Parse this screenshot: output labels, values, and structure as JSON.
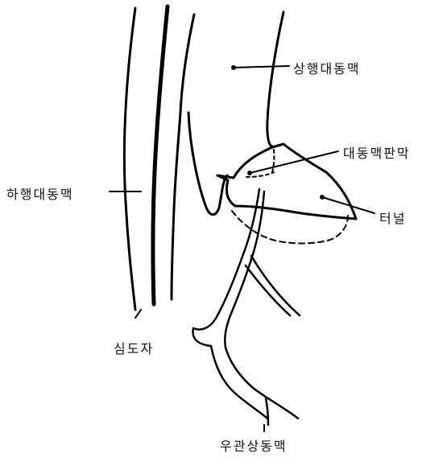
{
  "labels": {
    "ascending_aorta": "상행대동맥",
    "aortic_valve": "대동맥판막",
    "tunnel": "터널",
    "descending_aorta": "하행대동맥",
    "catheter": "심도자",
    "right_coronary_artery": "우관상동맥"
  },
  "colors": {
    "ink": "#000000",
    "background": "#ffffff"
  }
}
